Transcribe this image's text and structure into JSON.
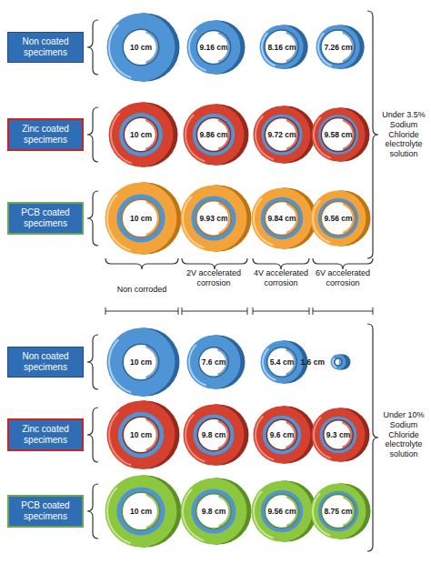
{
  "diagram": {
    "nodes": [
      {
        "text": [
          "Non coated specimens"
        ]
      },
      {
        "text": [
          "10 cm"
        ]
      },
      {
        "text": [
          "9.16 cm"
        ]
      },
      {
        "text": [
          "8.16 cm"
        ]
      },
      {
        "text": [
          "7.26 cm"
        ]
      },
      {
        "text": [
          "Zinc coated specimens"
        ]
      },
      {
        "text": [
          "10 cm"
        ]
      },
      {
        "text": [
          "9.86 cm"
        ]
      },
      {
        "text": [
          "9.72 cm"
        ]
      },
      {
        "text": [
          "9.58 cm"
        ]
      },
      {
        "text": [
          "PCB coated specimens"
        ]
      },
      {
        "text": [
          "10 cm"
        ]
      },
      {
        "text": [
          "9.93 cm"
        ]
      },
      {
        "text": [
          "9.84 cm"
        ]
      },
      {
        "text": [
          "9.56 cm"
        ]
      },
      {
        "text": [
          "Non coated specimens"
        ]
      },
      {
        "text": [
          "10 cm"
        ]
      },
      {
        "text": [
          "7.6 cm"
        ]
      },
      {
        "text": [
          "5.4 cm"
        ]
      },
      {
        "text": [
          "1.6 cm"
        ]
      },
      {
        "text": [
          "Zinc coated specimens"
        ]
      },
      {
        "text": [
          "10 cm"
        ]
      },
      {
        "text": [
          "9.8 cm"
        ]
      },
      {
        "text": [
          "9.6 cm"
        ]
      },
      {
        "text": [
          "9.3 cm"
        ]
      },
      {
        "text": [
          "PCB coated specimens"
        ]
      },
      {
        "text": [
          "10 cm"
        ]
      },
      {
        "text": [
          "9.8 cm"
        ]
      },
      {
        "text": [
          "9.56 cm"
        ]
      },
      {
        "text": [
          "8.75 cm"
        ]
      }
    ],
    "labels": [
      "Under 3.5% Sodium Chloride electrolyte solution",
      "Non corroded",
      "2V accelerated corrosion",
      "4V accelerated corrosion",
      "6V accelerated corrosion",
      "Under 10% Sodium Chloride electrolyte solution"
    ]
  }
}
